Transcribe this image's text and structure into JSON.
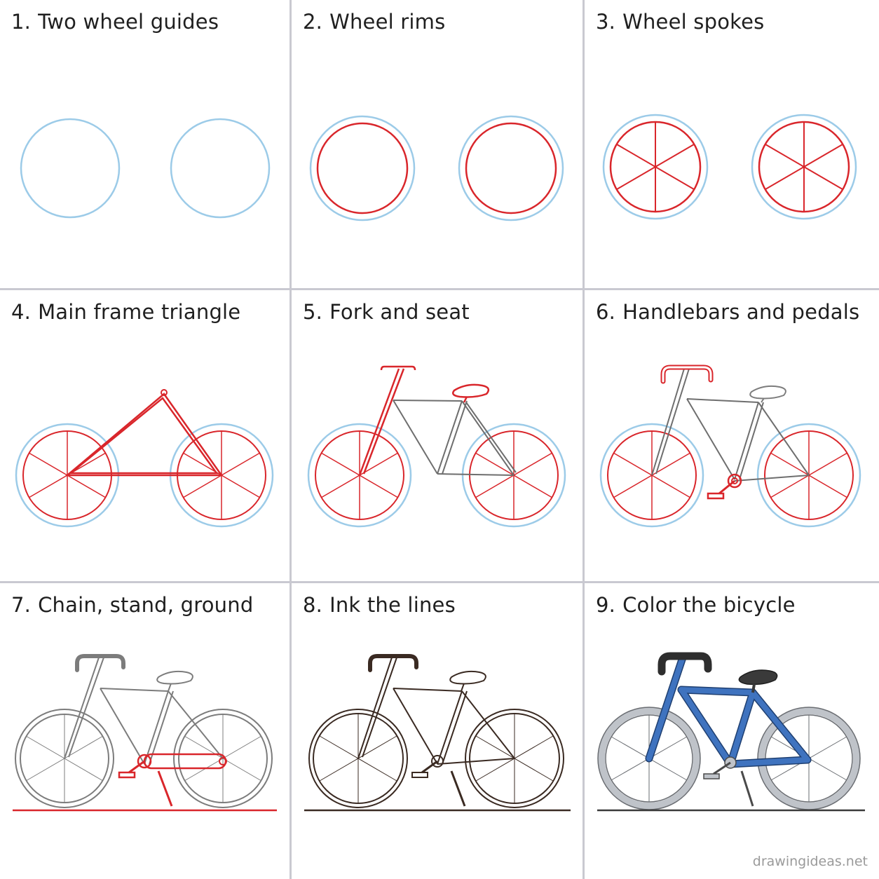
{
  "steps": [
    {
      "number": "1.",
      "title": "Two wheel guides"
    },
    {
      "number": "2.",
      "title": "Wheel rims"
    },
    {
      "number": "3.",
      "title": "Wheel spokes"
    },
    {
      "number": "4.",
      "title": "Main frame triangle"
    },
    {
      "number": "5.",
      "title": "Fork and seat"
    },
    {
      "number": "6.",
      "title": "Handlebars and pedals"
    },
    {
      "number": "7.",
      "title": "Chain, stand, ground"
    },
    {
      "number": "8.",
      "title": "Ink the lines"
    },
    {
      "number": "9.",
      "title": "Color the bicycle"
    }
  ],
  "watermark": "drawingideas.net",
  "colors": {
    "guide": "#9ccbe8",
    "new_lines": "#d9262b",
    "pencil": "#7c7c7c",
    "ink": "#3a2a22",
    "frame_fill": "#3f73bf",
    "tire": "#bfc3c9",
    "saddle": "#3a3a3a",
    "grid_line": "#c9c9d1"
  }
}
